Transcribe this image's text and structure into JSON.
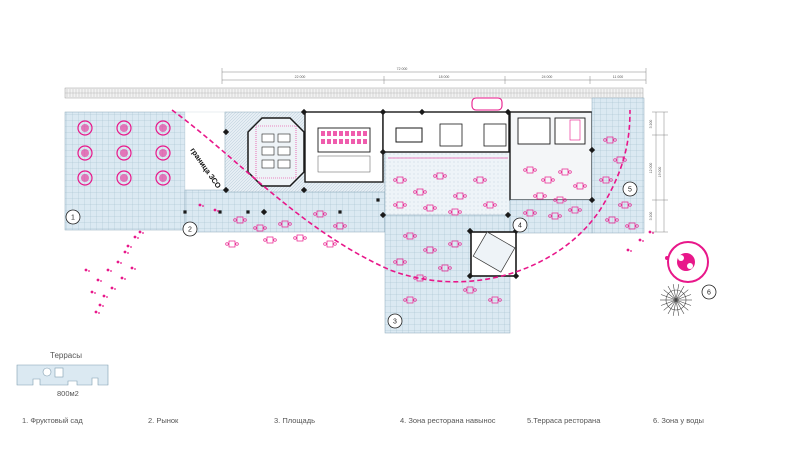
{
  "plan": {
    "boundary_label": "граница ЗСО",
    "dimensions": {
      "total": "72 000",
      "seg1": "22 000",
      "seg2": "18 000",
      "seg3": "24 000",
      "seg4": "11 000",
      "side1": "3 200",
      "side2": "12 000",
      "side3": "19 000",
      "side4": "3 200"
    },
    "zone_markers": [
      "1",
      "2",
      "3",
      "4",
      "5",
      "6"
    ]
  },
  "terraces": {
    "title": "Террасы",
    "area": "800м2"
  },
  "legend": [
    "1. Фруктовый сад",
    "2. Рынок",
    "3. Площадь",
    "4. Зона ресторана навынос",
    "5.Терраса ресторана",
    "6. Зона у воды"
  ],
  "colors": {
    "accent": "#e8178a",
    "deck": "#dbe9f2",
    "grid": "#9fbccc",
    "wall": "#1a1a1a"
  }
}
